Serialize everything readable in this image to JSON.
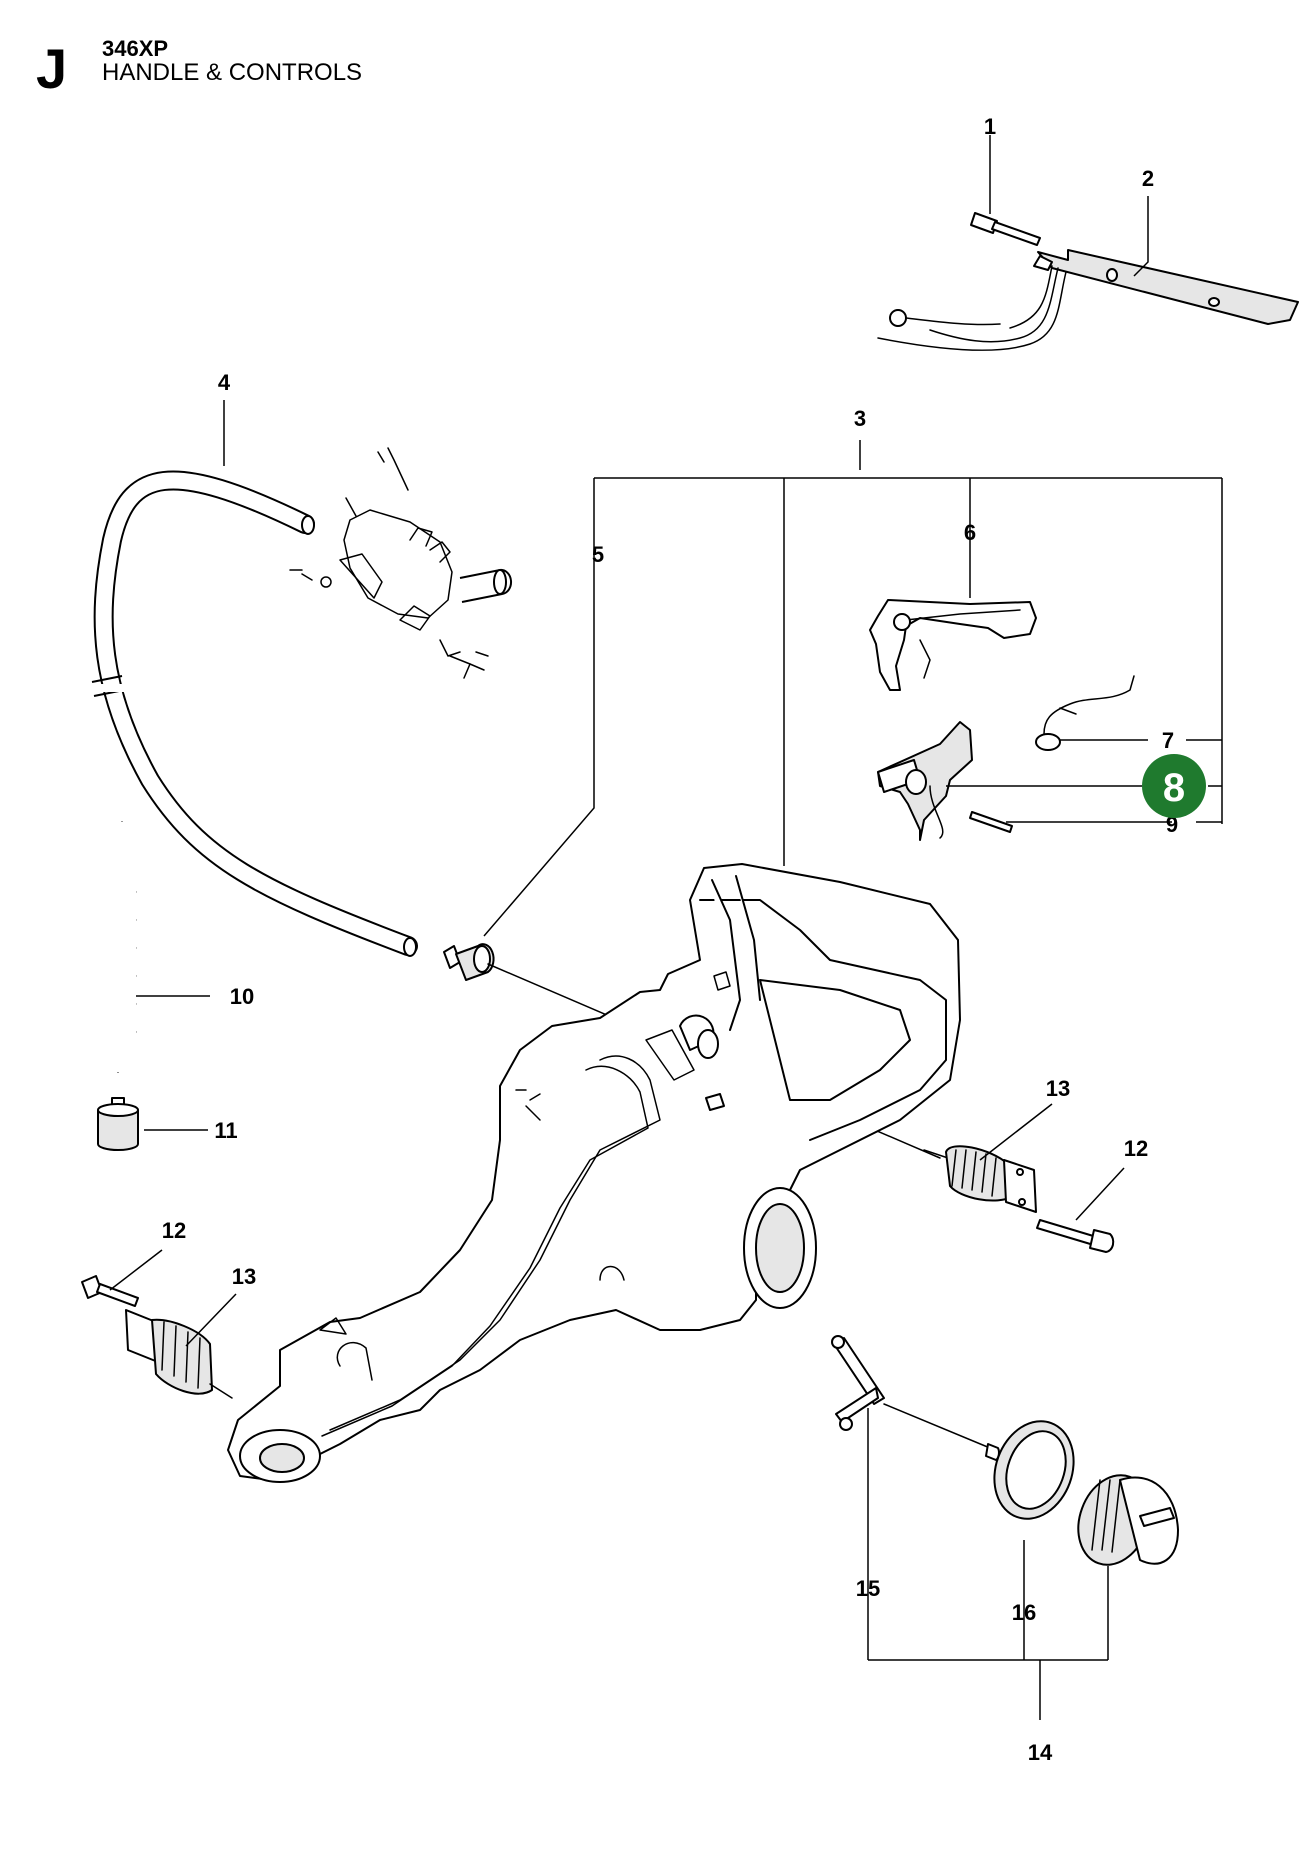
{
  "header": {
    "section_letter": "J",
    "model": "346XP",
    "title": "HANDLE & CONTROLS"
  },
  "callouts": [
    "1",
    "2",
    "3",
    "4",
    "5",
    "6",
    "7",
    "8",
    "9",
    "10",
    "11",
    "12",
    "13",
    "12",
    "13",
    "14",
    "15",
    "16"
  ],
  "highlight": {
    "part_number": "8",
    "color": "#1f7a2e"
  }
}
